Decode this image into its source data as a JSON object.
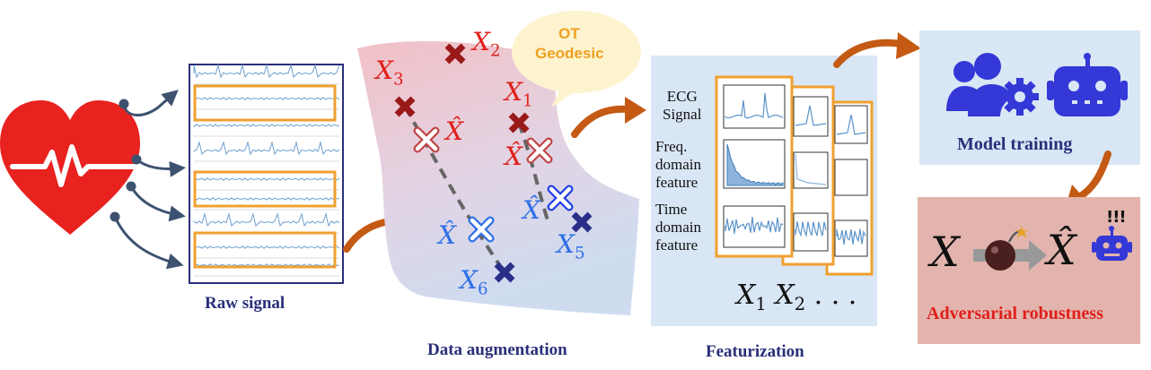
{
  "raw_signal": {
    "caption": "Raw signal"
  },
  "augmentation": {
    "caption": "Data augmentation",
    "bubble_line1": "OT",
    "bubble_line2": "Geodesic",
    "points": [
      {
        "base": "X",
        "sub": "2",
        "color": "#b01c1c"
      },
      {
        "base": "X",
        "sub": "3",
        "color": "#b01c1c"
      },
      {
        "base": "X",
        "sub": "1",
        "color": "#b01c1c"
      },
      {
        "base": "X",
        "sub": "5",
        "color": "#1f3fbf"
      },
      {
        "base": "X",
        "sub": "6",
        "color": "#1f3fbf"
      }
    ],
    "hat_label": "X̂"
  },
  "featurization": {
    "caption": "Featurization",
    "labels": {
      "ecg": [
        "ECG",
        "Signal"
      ],
      "freq": [
        "Freq.",
        "domain",
        "feature"
      ],
      "time": [
        "Time",
        "domain",
        "feature"
      ]
    },
    "sample_row": {
      "x1": "X",
      "s1": "1",
      "x2": "X",
      "s2": "2",
      "ellipsis": ". . ."
    }
  },
  "training": {
    "caption": "Model training"
  },
  "robustness": {
    "caption": "Adversarial robustness",
    "x_label": "X",
    "xhat_label": "X̂",
    "alert": "!!!"
  },
  "colors": {
    "heart": "#e8221f",
    "accent_orange": "#c45a13",
    "frame_orange": "#f0a030",
    "panel_blue": "#d9e6f5",
    "panel_red": "#e2b4ad",
    "robot_blue": "#3338d6",
    "caption_navy": "#2a2f7a",
    "red_caption": "#e0201a"
  }
}
